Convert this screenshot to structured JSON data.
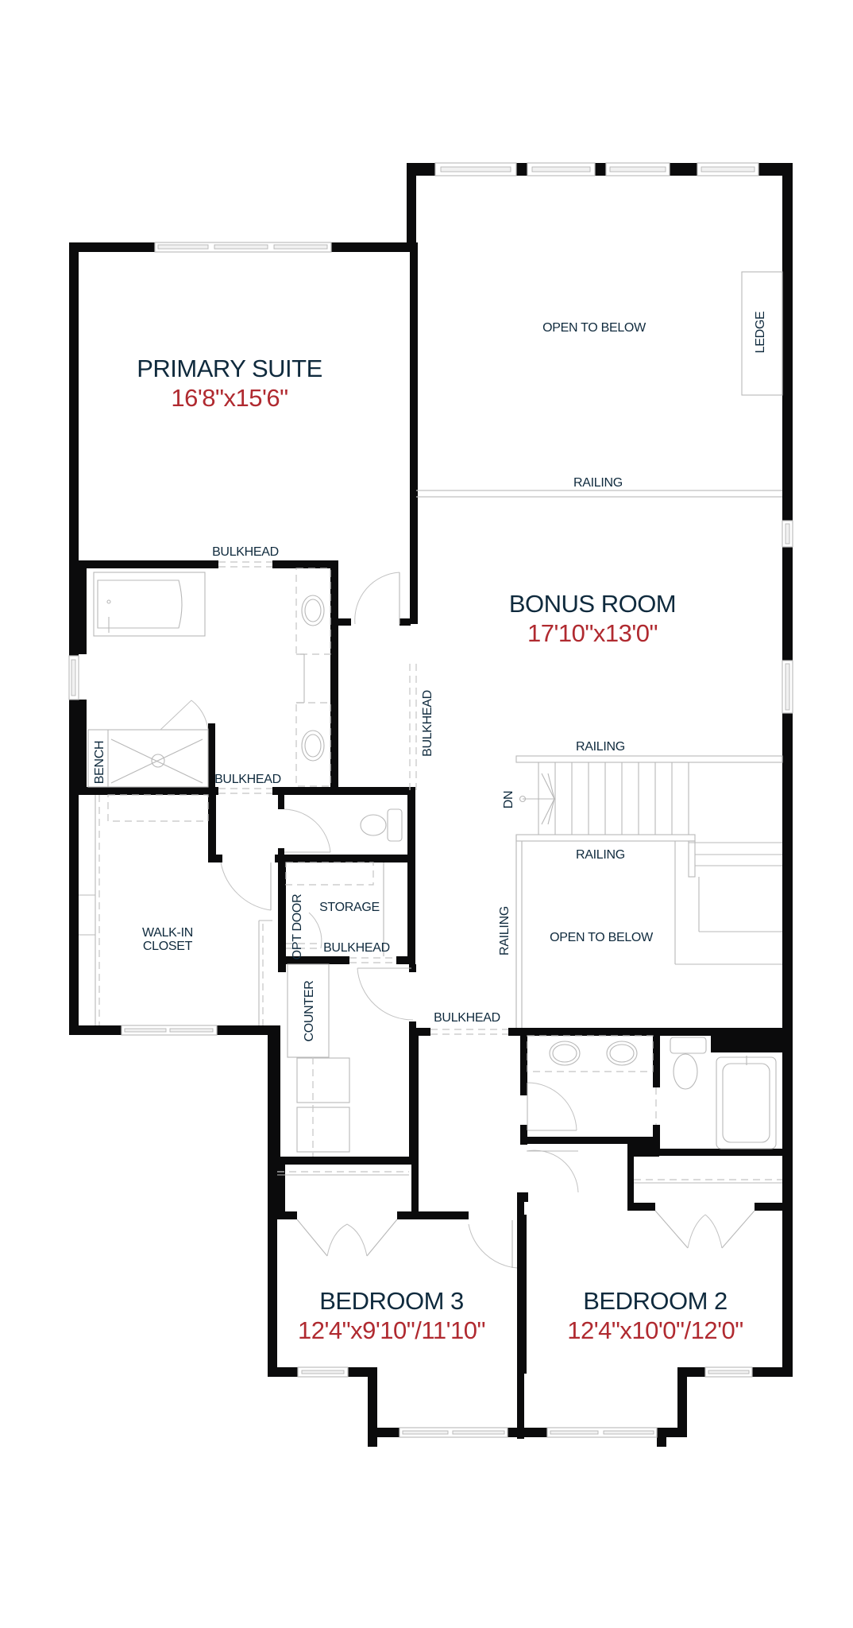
{
  "floor_plan": {
    "rooms": [
      {
        "id": "primary-suite",
        "name": "PRIMARY SUITE",
        "dimensions": "16'8\"x15'6\""
      },
      {
        "id": "bonus-room",
        "name": "BONUS ROOM",
        "dimensions": "17'10\"x13'0\""
      },
      {
        "id": "bedroom-3",
        "name": "BEDROOM 3",
        "dimensions": "12'4\"x9'10\"/11'10\""
      },
      {
        "id": "bedroom-2",
        "name": "BEDROOM 2",
        "dimensions": "12'4\"x10'0\"/12'0\""
      }
    ],
    "labels": {
      "open_to_below_top": "OPEN TO BELOW",
      "ledge": "LEDGE",
      "railing_top": "RAILING",
      "bulkhead_ensuite_top": "BULKHEAD",
      "bulkhead_corridor": "BULKHEAD",
      "bench": "BENCH",
      "bulkhead_ensuite_bottom": "BULKHEAD",
      "railing_stair_top": "RAILING",
      "dn": "DN",
      "railing_stair_bottom": "RAILING",
      "walk_in_closet_line1": "WALK-IN",
      "walk_in_closet_line2": "CLOSET",
      "storage": "STORAGE",
      "opt_door": "OPT DOOR",
      "bulkhead_storage": "BULKHEAD",
      "railing_side": "RAILING",
      "open_to_below_bottom": "OPEN TO BELOW",
      "counter": "COUNTER",
      "bulkhead_hall": "BULKHEAD"
    },
    "colors": {
      "wall": "#0b0b0c",
      "room_title": "#0f2a3d",
      "room_dimension": "#b02a30",
      "fixture_line": "#b8b8b8"
    }
  }
}
